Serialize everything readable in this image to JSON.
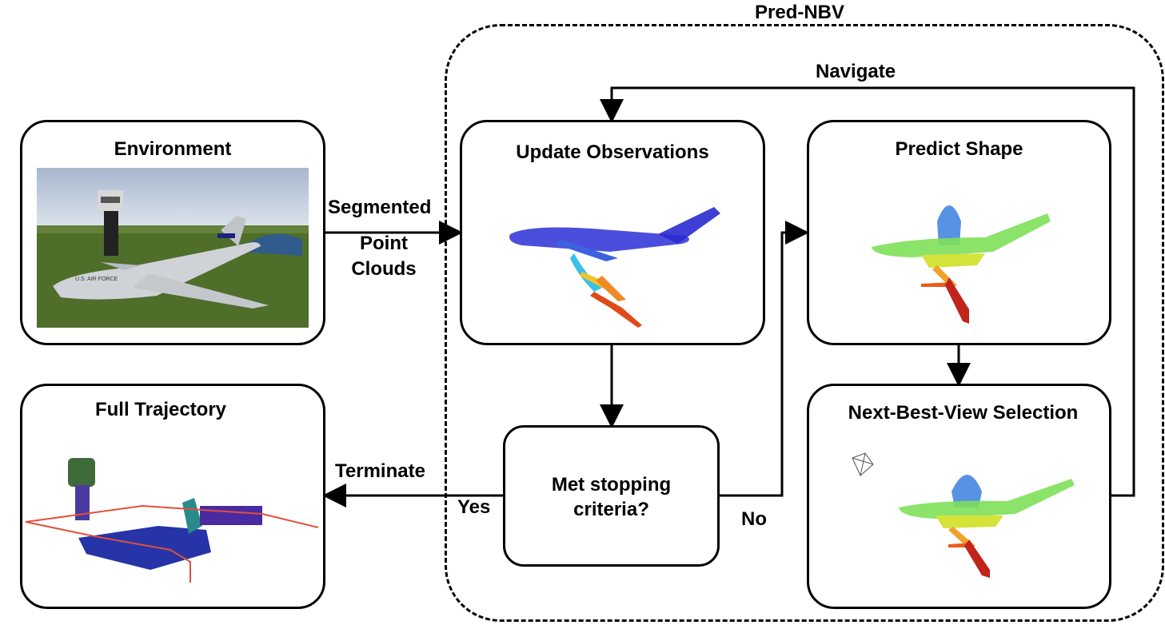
{
  "frame": {
    "title": "Pred-NBV"
  },
  "boxes": {
    "environment": "Environment",
    "update_observations": "Update Observations",
    "predict_shape": "Predict Shape",
    "full_trajectory": "Full Trajectory",
    "stopping": "Met stopping criteria?",
    "nbv_selection": "Next-Best-View Selection"
  },
  "edges": {
    "segmented": "Segmented",
    "point_clouds": "Point Clouds",
    "navigate": "Navigate",
    "terminate": "Terminate",
    "yes": "Yes",
    "no": "No"
  },
  "render_image": {
    "tail_text": "U.S. AIR FORCE"
  },
  "colors": {
    "stroke": "#000000",
    "trajectory": "#e0503c",
    "sky": "#b9c8dc",
    "grass": "#4e6e2a"
  }
}
